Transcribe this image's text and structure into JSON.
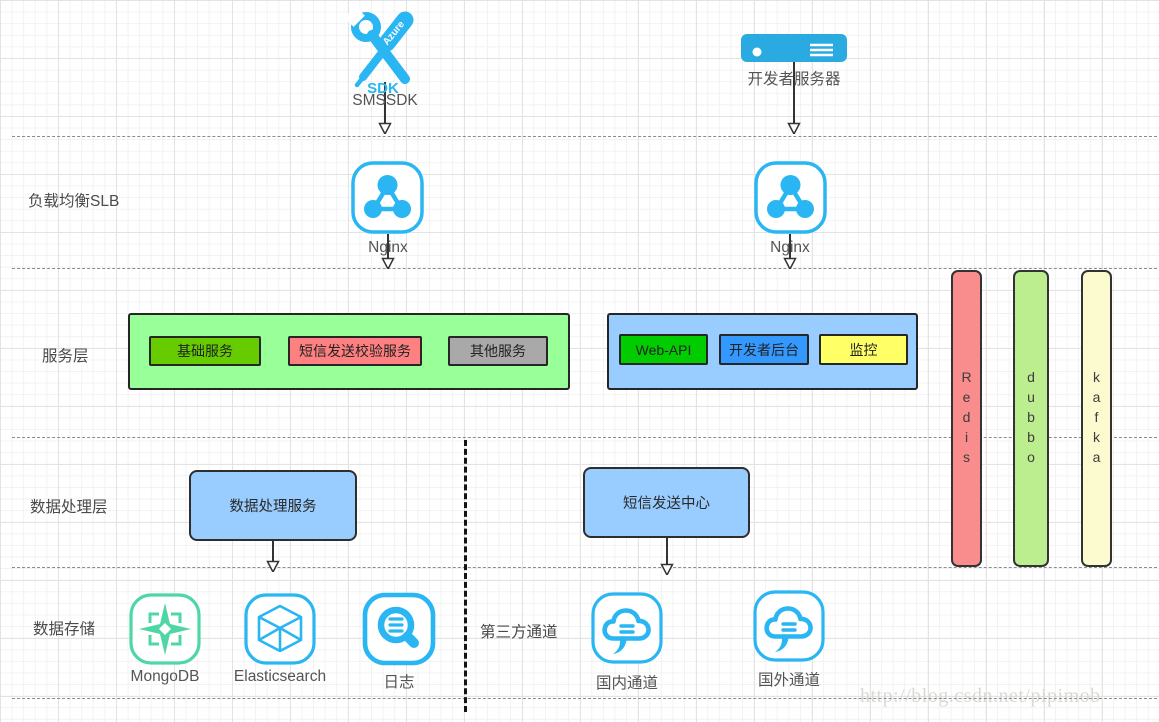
{
  "lanes": {
    "slb": "负载均衡SLB",
    "service": "服务层",
    "processing": "数据处理层",
    "storage": "数据存储",
    "third_party": "第三方通道"
  },
  "top": {
    "sdk": {
      "label": "SMSSDK",
      "icon_azure": "Azure",
      "icon_sdk": "SDK"
    },
    "server": {
      "label": "开发者服务器"
    }
  },
  "lb": {
    "nginx_left": "Nginx",
    "nginx_right": "Nginx"
  },
  "service_layer": {
    "green_group": {
      "fill": "#99FF99",
      "items": [
        {
          "label": "基础服务",
          "fill": "#66CC00"
        },
        {
          "label": "短信发送校验服务",
          "fill": "#FF8080"
        },
        {
          "label": "其他服务",
          "fill": "#A9A9A9"
        }
      ]
    },
    "blue_group": {
      "fill": "#99CCFF",
      "items": [
        {
          "label": "Web-API",
          "fill": "#00CC00"
        },
        {
          "label": "开发者后台",
          "fill": "#3399FF"
        },
        {
          "label": "监控",
          "fill": "#FFFF66"
        }
      ]
    }
  },
  "middleware": {
    "items": [
      {
        "label": "Redis",
        "fill": "#F98C8C"
      },
      {
        "label": "dubbo",
        "fill": "#BCEE90"
      },
      {
        "label": "kafka",
        "fill": "#FBFBCF"
      }
    ]
  },
  "processing": {
    "data_service": "数据处理服务",
    "sms_center": "短信发送中心"
  },
  "storage": {
    "mongodb": "MongoDB",
    "elasticsearch": "Elasticsearch",
    "log": "日志"
  },
  "channels": {
    "domestic": "国内通道",
    "foreign": "国外通道"
  },
  "watermark": {
    "text": "http://blog.csdn.net/pipimob"
  },
  "colors": {
    "accent_cyan": "#29B6F2",
    "server_blue": "#29ABE2",
    "mongo_green": "#4ED7A4"
  }
}
